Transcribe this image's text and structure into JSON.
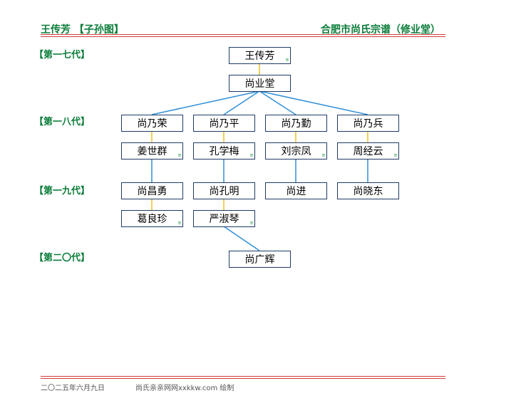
{
  "header": {
    "left_title": "王传芳 【子孙图】",
    "right_title": "合肥市尚氏宗谱（修业堂）"
  },
  "generations": [
    "【第一七代】",
    "【第一八代】",
    "【第一九代】",
    "【第二〇代】"
  ],
  "nodes": {
    "n1": "王传芳",
    "n2": "尚业堂",
    "s1": "尚乃荣",
    "s2": "尚乃平",
    "s3": "尚乃勤",
    "s4": "尚乃兵",
    "w1": "姜世群",
    "w2": "孔学梅",
    "w3": "刘宗凤",
    "w4": "周经云",
    "g1": "尚昌勇",
    "g2": "尚孔明",
    "g3": "尚进",
    "g4": "尚晓东",
    "gw1": "葛良珍",
    "gw2": "严淑琴",
    "gg1": "尚广辉"
  },
  "spouse_mark": "≡",
  "colors": {
    "header_green": "#0b7d3a",
    "rule_red": "#d23c3c",
    "descent_blue": "#2f8fd8",
    "spouse_yellow": "#f0c020",
    "node_border": "#1f3b66"
  },
  "footer": {
    "date": "二〇二五年六月九日",
    "site": "尚氏亲亲网网xxkkw.com 绘制"
  }
}
